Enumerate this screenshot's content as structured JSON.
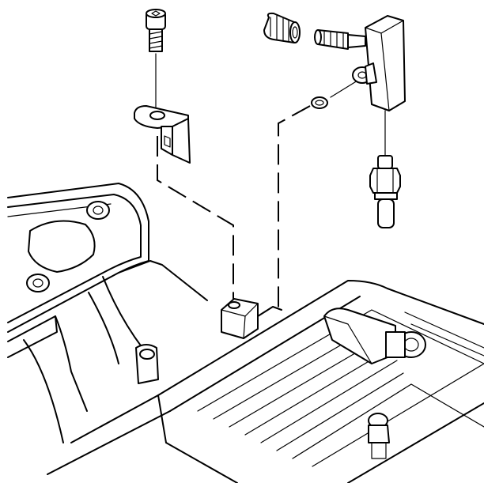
{
  "diagram": {
    "view": "exploded-assembly",
    "line_color": "#000000",
    "background": "#ffffff",
    "parts": [
      {
        "id": "bolt",
        "icon": "bolt-icon"
      },
      {
        "id": "bracket",
        "icon": "bracket-icon"
      },
      {
        "id": "cap-nut",
        "icon": "cap-nut-icon"
      },
      {
        "id": "fitting",
        "icon": "fitting-icon"
      },
      {
        "id": "tee-block",
        "icon": "tee-block-icon"
      },
      {
        "id": "seal-ring",
        "icon": "o-ring-icon"
      },
      {
        "id": "sensor",
        "icon": "sensor-icon"
      },
      {
        "id": "intake-manifold",
        "icon": "manifold-icon"
      }
    ]
  }
}
